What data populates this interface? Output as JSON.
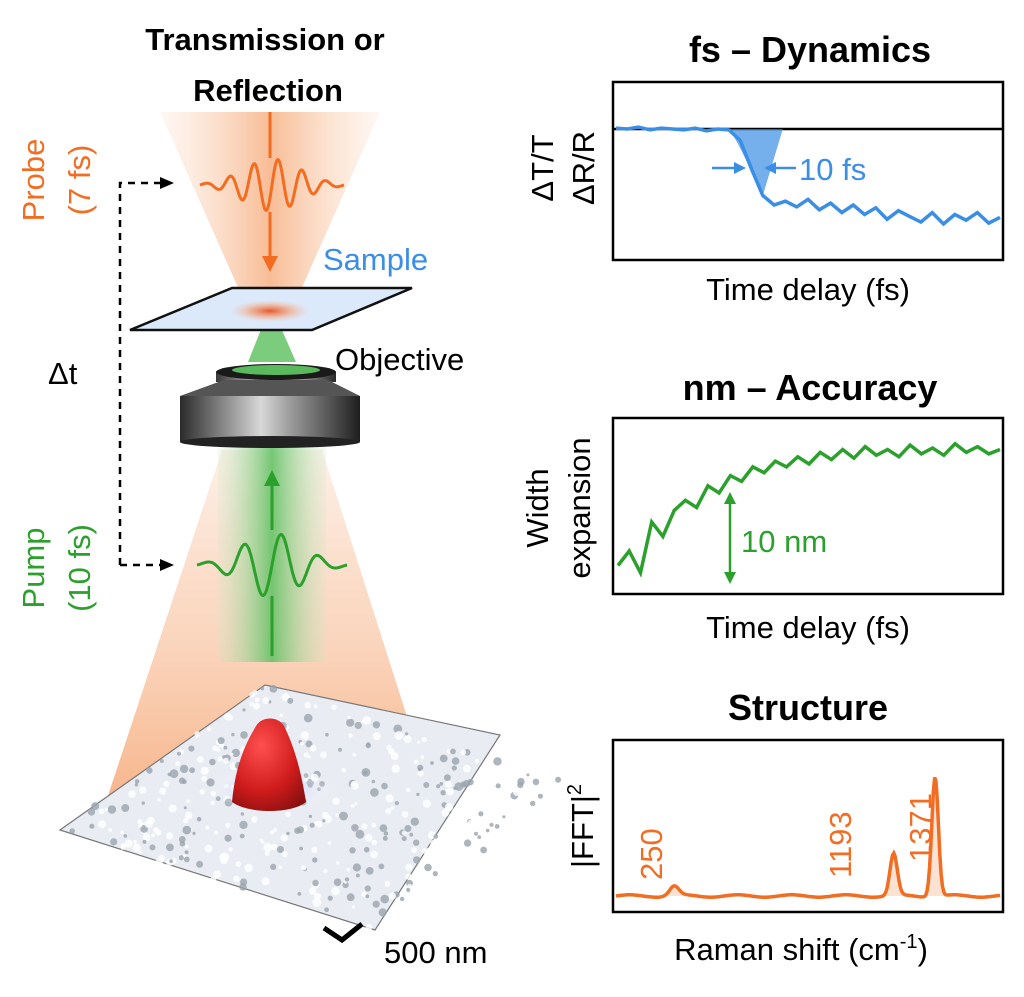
{
  "left": {
    "title_line1": "Transmission or",
    "title_line2": "Reflection",
    "probe_line1": "Probe",
    "probe_line2": "(7 fs)",
    "pump_line1": "Pump",
    "pump_line2": "(10 fs)",
    "sample": "Sample",
    "objective": "Objective",
    "delay": "Δt",
    "scale": "500 nm"
  },
  "colors": {
    "probe": "#f26d21",
    "pump": "#2ca02c",
    "blue": "#3a8ee6",
    "peak_red": "#d42020",
    "frame": "#000000"
  },
  "panels": {
    "dynamics": {
      "title": "fs – Dynamics",
      "ylabel1": "ΔT/T",
      "ylabel2": "ΔR/R",
      "xlabel": "Time delay (fs)",
      "annotation": "10 fs"
    },
    "accuracy": {
      "title": "nm – Accuracy",
      "ylabel1": "Width",
      "ylabel2": "expansion",
      "xlabel": "Time delay (fs)",
      "annotation": "10 nm"
    },
    "structure": {
      "title": "Structure",
      "ylabel_main": "|FFT|",
      "ylabel_sup": "2",
      "xlabel_main": "Raman shift (cm",
      "xlabel_sup": "-1",
      "xlabel_end": ")"
    }
  },
  "chart_data": [
    {
      "type": "line",
      "title": "fs – Dynamics",
      "xlabel": "Time delay (fs)",
      "ylabel": "ΔT/T ΔR/R",
      "annotations": [
        "10 fs"
      ],
      "series": [
        {
          "values": [
            0.01,
            0.0,
            0.02,
            -0.01,
            0.01,
            0.0,
            -0.01,
            0.01,
            -0.02,
            0.0,
            -0.01,
            -0.12,
            -0.42,
            -0.7,
            -0.8,
            -0.76,
            -0.82,
            -0.74,
            -0.85,
            -0.78,
            -0.88,
            -0.8,
            -0.9,
            -0.83,
            -0.95,
            -0.86,
            -0.92,
            -0.98,
            -0.88,
            -1.0,
            -0.9,
            -0.96,
            -0.88,
            -0.99,
            -0.93
          ]
        }
      ]
    },
    {
      "type": "line",
      "title": "nm – Accuracy",
      "xlabel": "Time delay (fs)",
      "ylabel": "Width expansion",
      "annotations": [
        "10 nm"
      ],
      "series": [
        {
          "values": [
            0.1,
            0.2,
            0.05,
            0.4,
            0.3,
            0.48,
            0.55,
            0.5,
            0.65,
            0.6,
            0.72,
            0.68,
            0.78,
            0.74,
            0.82,
            0.78,
            0.85,
            0.8,
            0.88,
            0.83,
            0.9,
            0.84,
            0.92,
            0.86,
            0.9,
            0.85,
            0.93,
            0.87,
            0.91,
            0.86,
            0.94,
            0.88,
            0.92,
            0.87,
            0.9
          ]
        }
      ]
    },
    {
      "type": "line",
      "title": "Structure",
      "xlabel": "Raman shift (cm-1)",
      "ylabel": "|FFT|2",
      "peak_labels": [
        "250",
        "1193",
        "1371"
      ],
      "peaks": [
        {
          "x": 250,
          "y": 0.08
        },
        {
          "x": 1193,
          "y": 0.35
        },
        {
          "x": 1371,
          "y": 1.0
        }
      ]
    }
  ]
}
